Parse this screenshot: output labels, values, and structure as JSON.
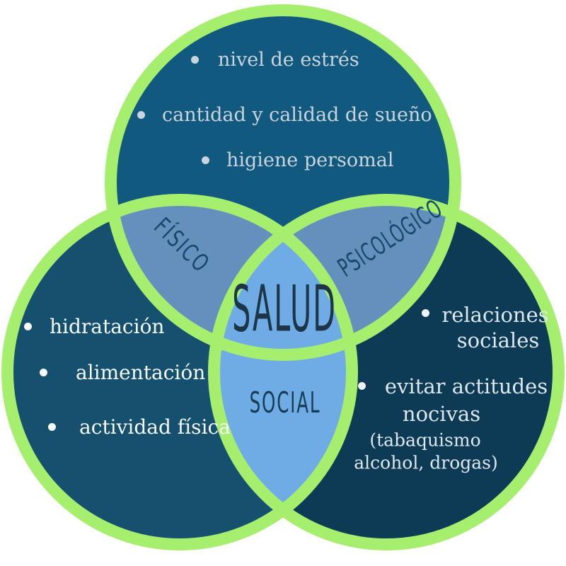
{
  "colors": {
    "background": "#FFFFFF",
    "border_green": "#A6EF6E",
    "circle_top": "#11597F",
    "circle_left": "#15516F",
    "circle_right": "#0D3A55",
    "lens_top_left": "#6590BE",
    "lens_top_right": "#6590BE",
    "lens_bottom_center": "#6FACE6"
  },
  "center": {
    "label": "SALUD"
  },
  "overlaps": {
    "top_left_label": "FÍSICO",
    "top_right_label": "PSICOLÓGICO",
    "bottom_label": "SOCIAL"
  },
  "circles": {
    "top": {
      "items": [
        "nivel de estrés",
        "cantidad y calidad de sueño",
        "higiene persomal"
      ]
    },
    "left": {
      "items": [
        "hidratación",
        "alimentación",
        "actividad física"
      ]
    },
    "right": {
      "item1_line1": "relaciones",
      "item1_line2": "sociales",
      "item2_line1": "evitar actitudes",
      "item2_line2": "nocivas",
      "note_line1": "(tabaquismo",
      "note_line2": "alcohol, drogas)"
    }
  }
}
